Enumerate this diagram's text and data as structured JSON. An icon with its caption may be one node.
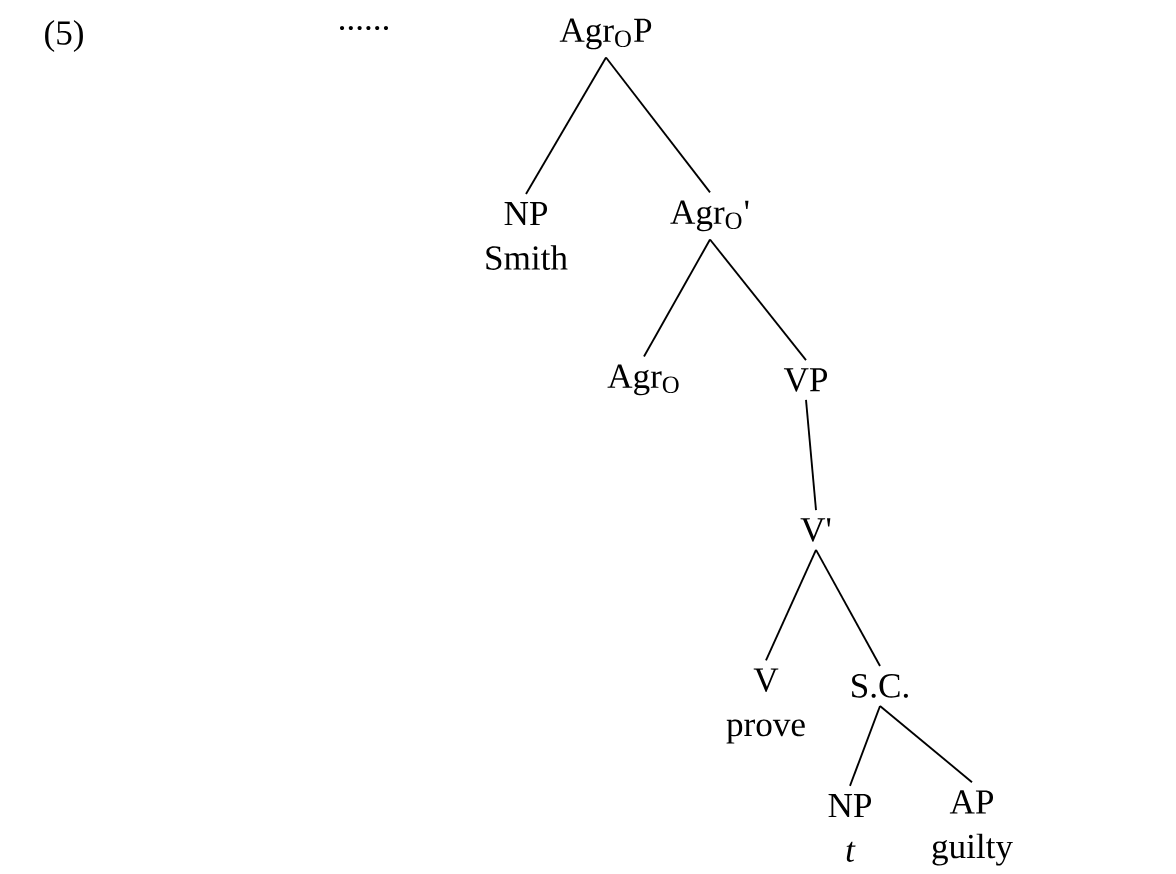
{
  "diagram": {
    "nodes": [
      {
        "text": [
          "Agr$_{O}$P"
        ]
      },
      {
        "text": [
          "NP",
          "Smith"
        ]
      },
      {
        "text": [
          "Agr$_{O}$'"
        ]
      },
      {
        "text": [
          "Agr$_{O}$"
        ]
      },
      {
        "text": [
          "VP"
        ]
      },
      {
        "text": [
          "V'"
        ]
      },
      {
        "text": [
          "V",
          "prove"
        ]
      },
      {
        "text": [
          "S.C."
        ]
      },
      {
        "text": [
          "NP",
          "t"
        ]
      },
      {
        "text": [
          "AP",
          "guilty"
        ]
      }
    ],
    "edges": [
      {
        "from": 0,
        "to": 1,
        "arrow": "none"
      },
      {
        "from": 0,
        "to": 2,
        "arrow": "none"
      },
      {
        "from": 2,
        "to": 3,
        "arrow": "none"
      },
      {
        "from": 2,
        "to": 4,
        "arrow": "none"
      },
      {
        "from": 4,
        "to": 5,
        "arrow": "none"
      },
      {
        "from": 5,
        "to": 6,
        "arrow": "none"
      },
      {
        "from": 5,
        "to": 7,
        "arrow": "none"
      },
      {
        "from": 7,
        "to": 8,
        "arrow": "none"
      },
      {
        "from": 7,
        "to": 9,
        "arrow": "none"
      }
    ],
    "labels": [
      "(5)",
      "......"
    ]
  }
}
